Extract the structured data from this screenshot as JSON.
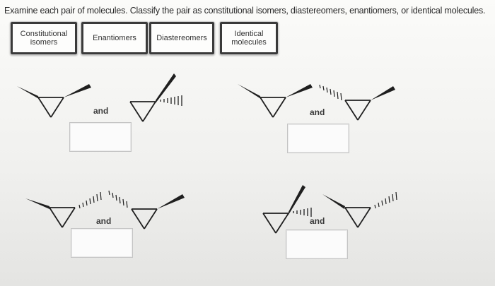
{
  "instructions": "Examine each pair of molecules. Classify the pair as constitutional isomers, diastereomers, enantiomers, or identical molecules.",
  "answer_bank": {
    "options": [
      {
        "label": "Constitutional isomers"
      },
      {
        "label": "Enantiomers"
      },
      {
        "label": "Diastereomers"
      },
      {
        "label": "Identical molecules"
      }
    ]
  },
  "pairs": [
    {
      "connector": "and",
      "answer_value": ""
    },
    {
      "connector": "and",
      "answer_value": ""
    },
    {
      "connector": "and",
      "answer_value": ""
    },
    {
      "connector": "and",
      "answer_value": ""
    }
  ],
  "colors": {
    "bond": "#1f1f1f",
    "option_border": "#3a3a3a",
    "drop_border": "#c4c4c4"
  },
  "icons": [
    "cyclopropane-molecule-icon",
    "wedge-bond-icon",
    "hash-bond-icon"
  ]
}
